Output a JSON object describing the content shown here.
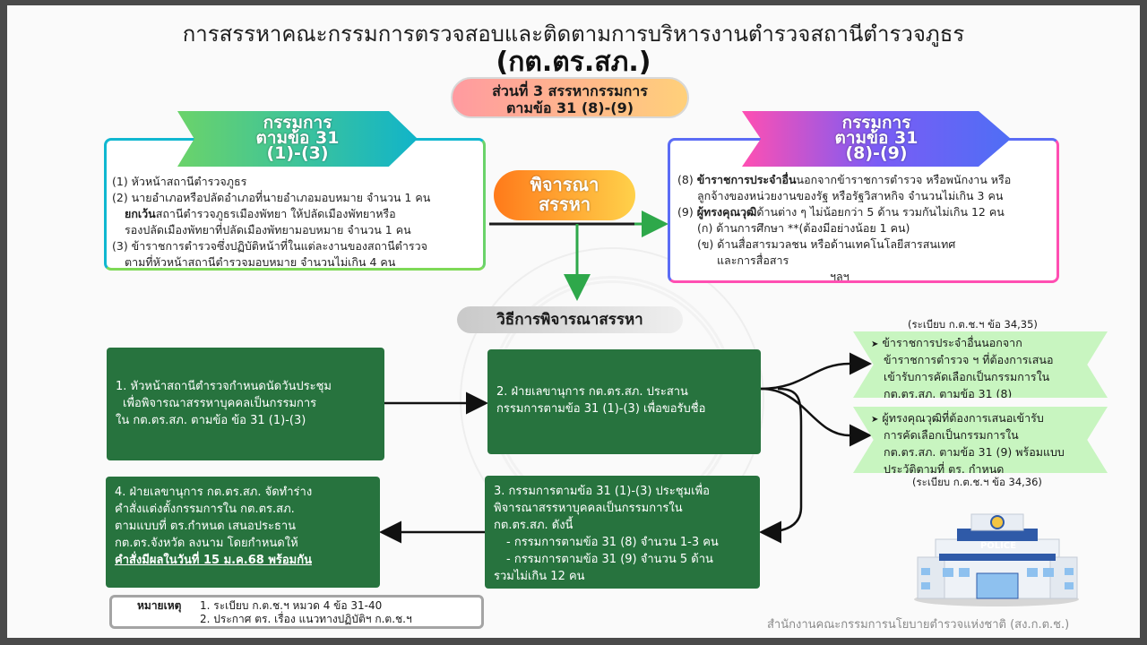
{
  "title_line1": "การสรรหาคณะกรรมการตรวจสอบและติดตามการบริหารงานตำรวจสถานีตำรวจภูธร",
  "title_line2": "(กต.ตร.สภ.)",
  "part_label": [
    "ส่วนที่ 3 สรรหากรรมการ",
    "ตามข้อ 31 (8)-(9)"
  ],
  "left_banner": [
    "กรรมการ",
    "ตามข้อ 31",
    "(1)-(3)"
  ],
  "right_banner": [
    "กรรมการ",
    "ตามข้อ 31",
    "(8)-(9)"
  ],
  "left_items": [
    "(1) หัวหน้าสถานีตำรวจภูธร",
    "(2) นายอำเภอหรือปลัดอำเภอที่นายอำเภอมอบหมาย จำนวน 1 คน",
    "ยกเว้น",
    "สถานีตำรวจภูธรเมืองพัทยา ให้ปลัดเมืองพัทยาหรือ",
    "รองปลัดเมืองพัทยาที่ปลัดเมืองพัทยามอบหมาย จำนวน 1 คน",
    "(3) ข้าราชการตำรวจซึ่งปฏิบัติหน้าที่ในแต่ละงานของสถานีตำรวจ",
    "ตามที่หัวหน้าสถานีตำรวจมอบหมาย จำนวนไม่เกิน 4 คน"
  ],
  "consider_label": [
    "พิจารณา",
    "สรรหา"
  ],
  "right_items": {
    "i8_prefix": "(8)",
    "i8_bold": "ข้าราชการประจำอื่น",
    "i8_rest": "นอกจากข้าราชการตำรวจ หรือพนักงาน หรือ",
    "i8_line2": "ลูกจ้างของหน่วยงานของรัฐ หรือรัฐวิสาหกิจ จำนวนไม่เกิน 3 คน",
    "i9_prefix": "(9)",
    "i9_bold": "ผู้ทรงคุณวุฒิ",
    "i9_rest": "ด้านต่าง ๆ ไม่น้อยกว่า 5 ด้าน รวมกันไม่เกิน 12 คน",
    "sub_a": "(ก) ด้านการศึกษา **(ต้องมีอย่างน้อย 1 คน)",
    "sub_b1": "(ข) ด้านสื่อสารมวลชน หรือด้านเทคโนโลยีสารสนเทศ",
    "sub_b2": "และการสื่อสาร",
    "etc": "ฯลฯ"
  },
  "method_label": "วิธีการพิจารณาสรรหา",
  "step1": [
    "1. หัวหน้าสถานีตำรวจกำหนดนัดวันประชุม",
    "เพื่อพิจารณาสรรหาบุคคลเป็นกรรมการ",
    "ใน กต.ตร.สภ. ตามข้อ ข้อ 31 (1)-(3)"
  ],
  "step2": [
    "2. ฝ่ายเลขานุการ กต.ตร.สภ. ประสาน",
    "กรรมการตามข้อ 31 (1)-(3) เพื่อขอรับชื่อ"
  ],
  "step3": [
    "3. กรรมการตามข้อ 31 (1)-(3) ประชุมเพื่อ",
    "พิจารณาสรรหาบุคคลเป็นกรรมการใน",
    "กต.ตร.สภ. ดังนี้",
    "- กรรมการตามข้อ 31 (8) จำนวน 1-3 คน",
    "- กรรมการตามข้อ 31 (9) จำนวน 5 ด้าน",
    "รวมไม่เกิน 12 คน"
  ],
  "step4": [
    "4. ฝ่ายเลขานุการ กต.ตร.สภ. จัดทำร่าง",
    "คำสั่งแต่งตั้งกรรมการใน กต.ตร.สภ.",
    "ตามแบบที่ ตร.กำหนด เสนอประธาน",
    "กต.ตร.จังหวัด ลงนาม โดยกำหนดให้",
    "คำสั่งมีผลในวันที่ 15 ม.ค.68 พร้อมกัน"
  ],
  "reg_top": "(ระเบียบ ก.ต.ช.ฯ ข้อ 34,35)",
  "reg_bottom": "(ระเบียบ ก.ต.ช.ฯ ข้อ 34,36)",
  "pentagon1": [
    "ข้าราชการประจำอื่นนอกจาก",
    "ข้าราชการตำรวจ ฯ ที่ต้องการเสนอ",
    "เข้ารับการคัดเลือกเป็นกรรมการใน",
    "กต.ตร.สภ. ตามข้อ 31 (8)"
  ],
  "pentagon2": [
    "ผู้ทรงคุณวุฒิที่ต้องการเสนอเข้ารับ",
    "การคัดเลือกเป็นกรรมการใน",
    "กต.ตร.สภ. ตามข้อ 31 (9) พร้อมแบบ",
    "ประวัติตามที่ ตร. กำหนด"
  ],
  "note_title": "หมายเหตุ",
  "notes": [
    "1. ระเบียบ ก.ต.ช.ฯ หมวด 4 ข้อ 31-40",
    "2. ประกาศ ตร. เรื่อง แนวทางปฏิบัติฯ ก.ต.ช.ฯ"
  ],
  "police_sign": "POLICE",
  "footer": "สำนักงานคณะกรรมการนโยบายตำรวจแห่งชาติ (สง.ก.ต.ช.)",
  "colors": {
    "arrow_green": "#2ea84a",
    "step_green": "#27733e",
    "pentagon_green": "#c8f5c0"
  },
  "icons": [
    "police-station-icon",
    "arrow-right-icon",
    "arrow-down-icon",
    "arrow-left-icon"
  ]
}
